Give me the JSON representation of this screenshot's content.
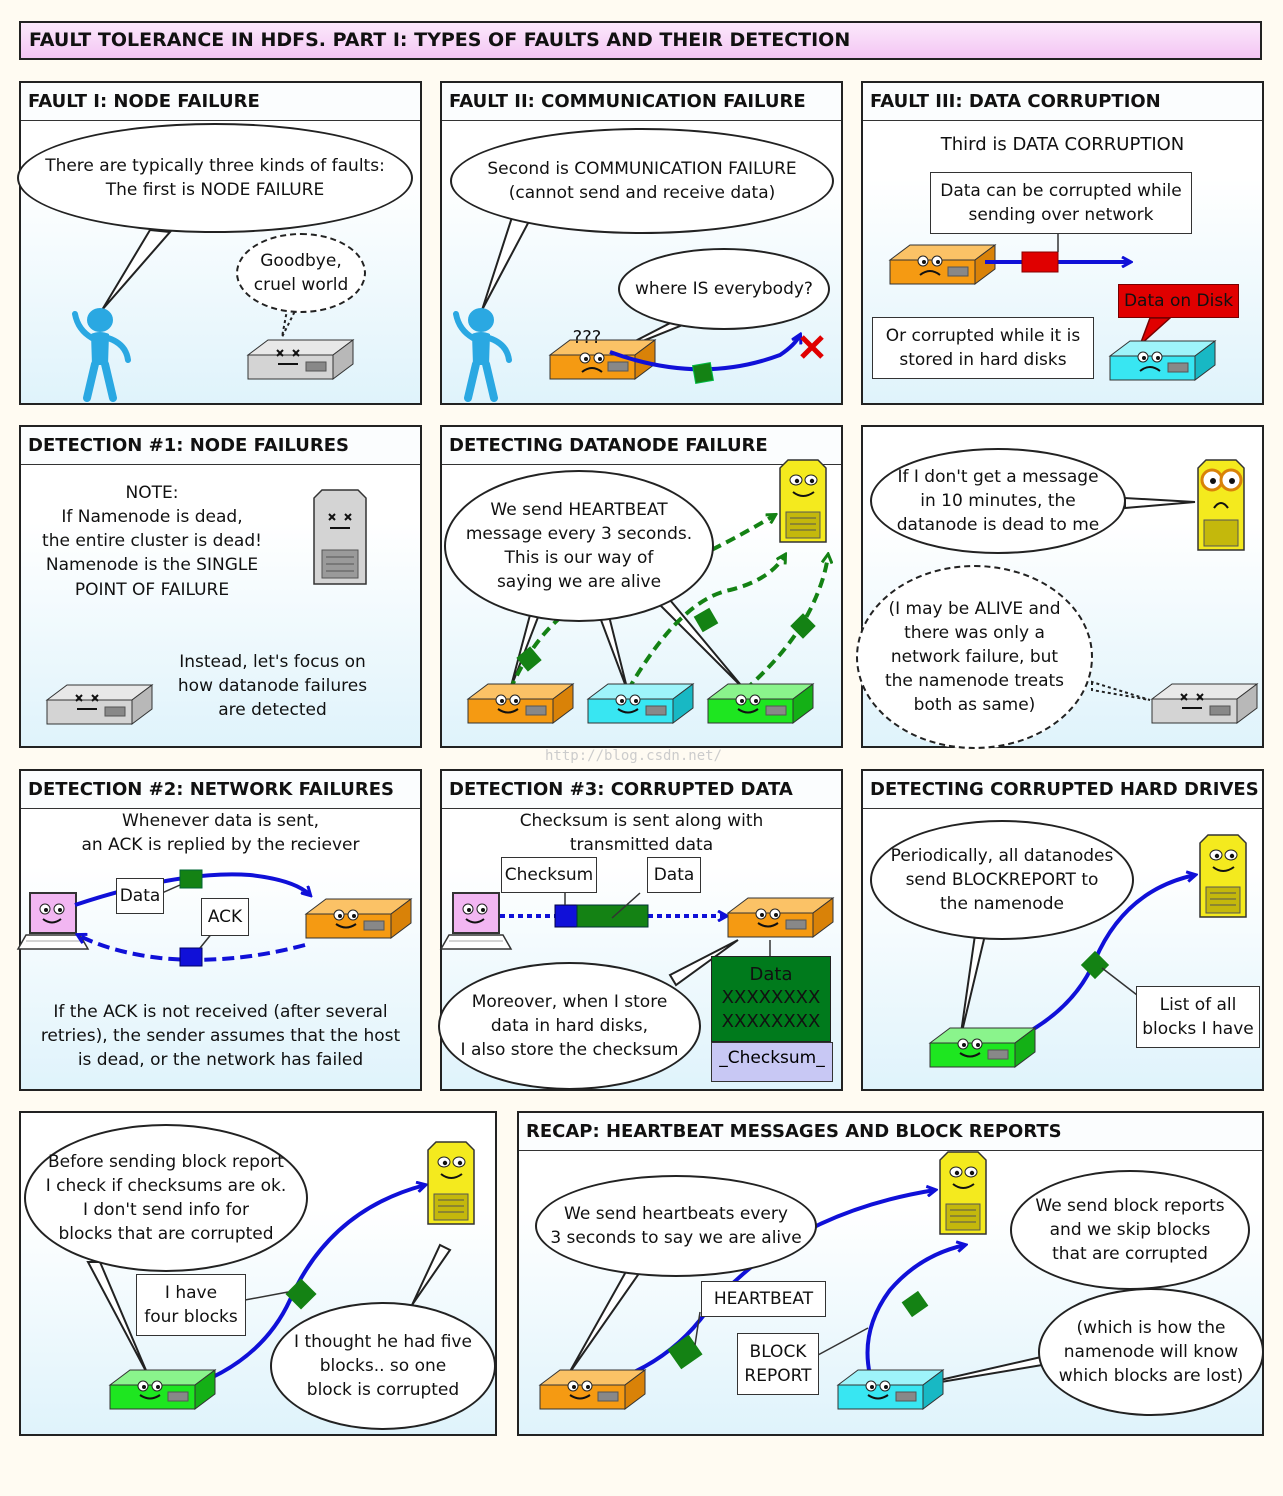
{
  "title": "FAULT TOLERANCE IN HDFS. PART I: TYPES OF FAULTS AND THEIR DETECTION",
  "watermark": "http://blog.csdn.net/",
  "panels": {
    "p1": {
      "title": "FAULT I: NODE FAILURE",
      "bubble_main": "There are typically three kinds of faults:\nThe first is NODE FAILURE",
      "bubble_server": "Goodbye,\ncruel world"
    },
    "p2": {
      "title": "FAULT II: COMMUNICATION FAILURE",
      "bubble_main": "Second is COMMUNICATION FAILURE\n(cannot send and receive data)",
      "bubble_server": "where IS everybody?",
      "confusion": "???"
    },
    "p3": {
      "title": "FAULT III: DATA CORRUPTION",
      "heading": "Third is DATA CORRUPTION",
      "box_network": "Data can be corrupted while\nsending over network",
      "box_disk": "Or corrupted while it is\nstored in hard disks",
      "label_disk": "Data on Disk"
    },
    "p4": {
      "title": "DETECTION #1: NODE FAILURES",
      "note": "NOTE:\nIf Namenode is dead,\nthe entire cluster is dead!\nNamenode is the SINGLE\nPOINT OF FAILURE",
      "focus": "Instead, let's focus on\nhow datanode failures\nare detected"
    },
    "p5": {
      "title": "DETECTING DATANODE FAILURE",
      "bubble": "We send HEARTBEAT\nmessage every 3 seconds.\nThis is our way of\nsaying we are alive"
    },
    "p6": {
      "bubble_top": "If I don't get a message\nin 10 minutes, the\ndatanode is dead to me",
      "bubble_bottom": "(I may be ALIVE and\nthere was only a\nnetwork failure, but\nthe namenode treats\nboth as same)"
    },
    "p7": {
      "title": "DETECTION #2: NETWORK FAILURES",
      "top": "Whenever data is sent,\nan ACK is replied by the reciever",
      "label_data": "Data",
      "label_ack": "ACK",
      "bottom": "If the ACK is not received (after several\nretries), the sender assumes that the host\nis dead, or the network has failed"
    },
    "p8": {
      "title": "DETECTION #3: CORRUPTED DATA",
      "top": "Checksum is sent along with\ntransmitted data",
      "label_checksum": "Checksum",
      "label_data": "Data",
      "bubble": "Moreover, when I store\ndata in hard disks,\nI also store the checksum",
      "disk_data": "Data\nXXXXXXXX\nXXXXXXXX",
      "disk_checksum": "_Checksum_"
    },
    "p9": {
      "title": "DETECTING CORRUPTED HARD DRIVES",
      "bubble": "Periodically, all datanodes\nsend BLOCKREPORT to\nthe namenode",
      "box": "List of all\nblocks I have"
    },
    "p10": {
      "bubble_left": "Before sending block report\nI check if checksums are ok.\nI don't send info for\nblocks that are corrupted",
      "box": "I have\nfour blocks",
      "bubble_right": "I thought he had five\nblocks.. so one\nblock is corrupted"
    },
    "p11": {
      "title": "RECAP: HEARTBEAT MESSAGES AND BLOCK REPORTS",
      "bubble_left": "We send heartbeats every\n3 seconds to say we are alive",
      "label_heartbeat": "HEARTBEAT",
      "label_block": "BLOCK\nREPORT",
      "bubble_right_top": "We send block reports\nand we skip blocks\nthat are corrupted",
      "bubble_right_bottom": "(which is how the\nnamenode will know\nwhich blocks are lost)"
    }
  },
  "colors": {
    "orange": "#f59a12",
    "cyan": "#38e6f2",
    "green": "#1ee620",
    "gray": "#d4d4d4",
    "yellow": "#f4ea1e",
    "blue_arrow": "#1010d8",
    "green_arrow": "#148214",
    "red": "#e00000",
    "stick_figure": "#2aa8e2"
  }
}
